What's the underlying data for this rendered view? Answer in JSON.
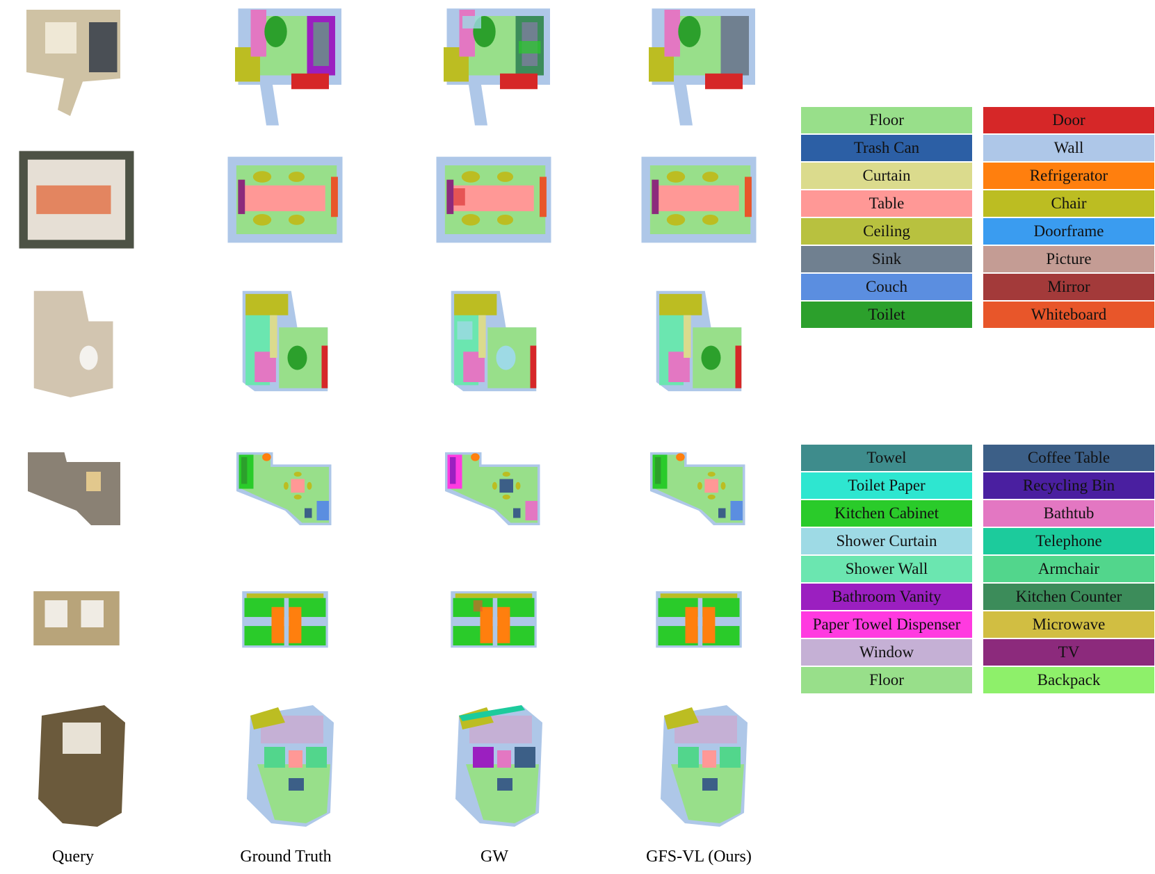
{
  "columns": [
    "Query",
    "Ground Truth",
    "GW",
    "GFS-VL (Ours)"
  ],
  "legend_top": [
    {
      "label": "Floor",
      "color": "#98df8a"
    },
    {
      "label": "Door",
      "color": "#d62728"
    },
    {
      "label": "Trash Can",
      "color": "#2c5fa5"
    },
    {
      "label": "Wall",
      "color": "#aec7e8"
    },
    {
      "label": "Curtain",
      "color": "#dbdb8d"
    },
    {
      "label": "Refrigerator",
      "color": "#ff7f0e"
    },
    {
      "label": "Table",
      "color": "#ff9896"
    },
    {
      "label": "Chair",
      "color": "#bcbd22"
    },
    {
      "label": "Ceiling",
      "color": "#b8c13f"
    },
    {
      "label": "Doorframe",
      "color": "#3a9cf0"
    },
    {
      "label": "Sink",
      "color": "#708090"
    },
    {
      "label": "Picture",
      "color": "#c49c94"
    },
    {
      "label": "Couch",
      "color": "#5b8ee0"
    },
    {
      "label": "Mirror",
      "color": "#a33a3a"
    },
    {
      "label": "Toilet",
      "color": "#2ca02c"
    },
    {
      "label": "Whiteboard",
      "color": "#e8562a"
    }
  ],
  "legend_bottom": [
    {
      "label": "Towel",
      "color": "#3e8c8c"
    },
    {
      "label": "Coffee Table",
      "color": "#3c5f87"
    },
    {
      "label": "Toilet Paper",
      "color": "#2ee6d0"
    },
    {
      "label": "Recycling Bin",
      "color": "#4a1fa0"
    },
    {
      "label": "Kitchen Cabinet",
      "color": "#2acb2a"
    },
    {
      "label": "Bathtub",
      "color": "#e377c2"
    },
    {
      "label": "Shower Curtain",
      "color": "#9edae5"
    },
    {
      "label": "Telephone",
      "color": "#1ccb9c"
    },
    {
      "label": "Shower Wall",
      "color": "#6be6b0"
    },
    {
      "label": "Armchair",
      "color": "#52d68c"
    },
    {
      "label": "Bathroom Vanity",
      "color": "#9b1fc0"
    },
    {
      "label": "Kitchen Counter",
      "color": "#3c8c5a"
    },
    {
      "label": "Paper Towel Dispenser",
      "color": "#ff3ae0"
    },
    {
      "label": "Microwave",
      "color": "#d1be42"
    },
    {
      "label": "Window",
      "color": "#c5b0d5"
    },
    {
      "label": "TV",
      "color": "#8c2a7c"
    },
    {
      "label": "Floor",
      "color": "#98df8a"
    },
    {
      "label": "Backpack",
      "color": "#8ef06a"
    }
  ]
}
